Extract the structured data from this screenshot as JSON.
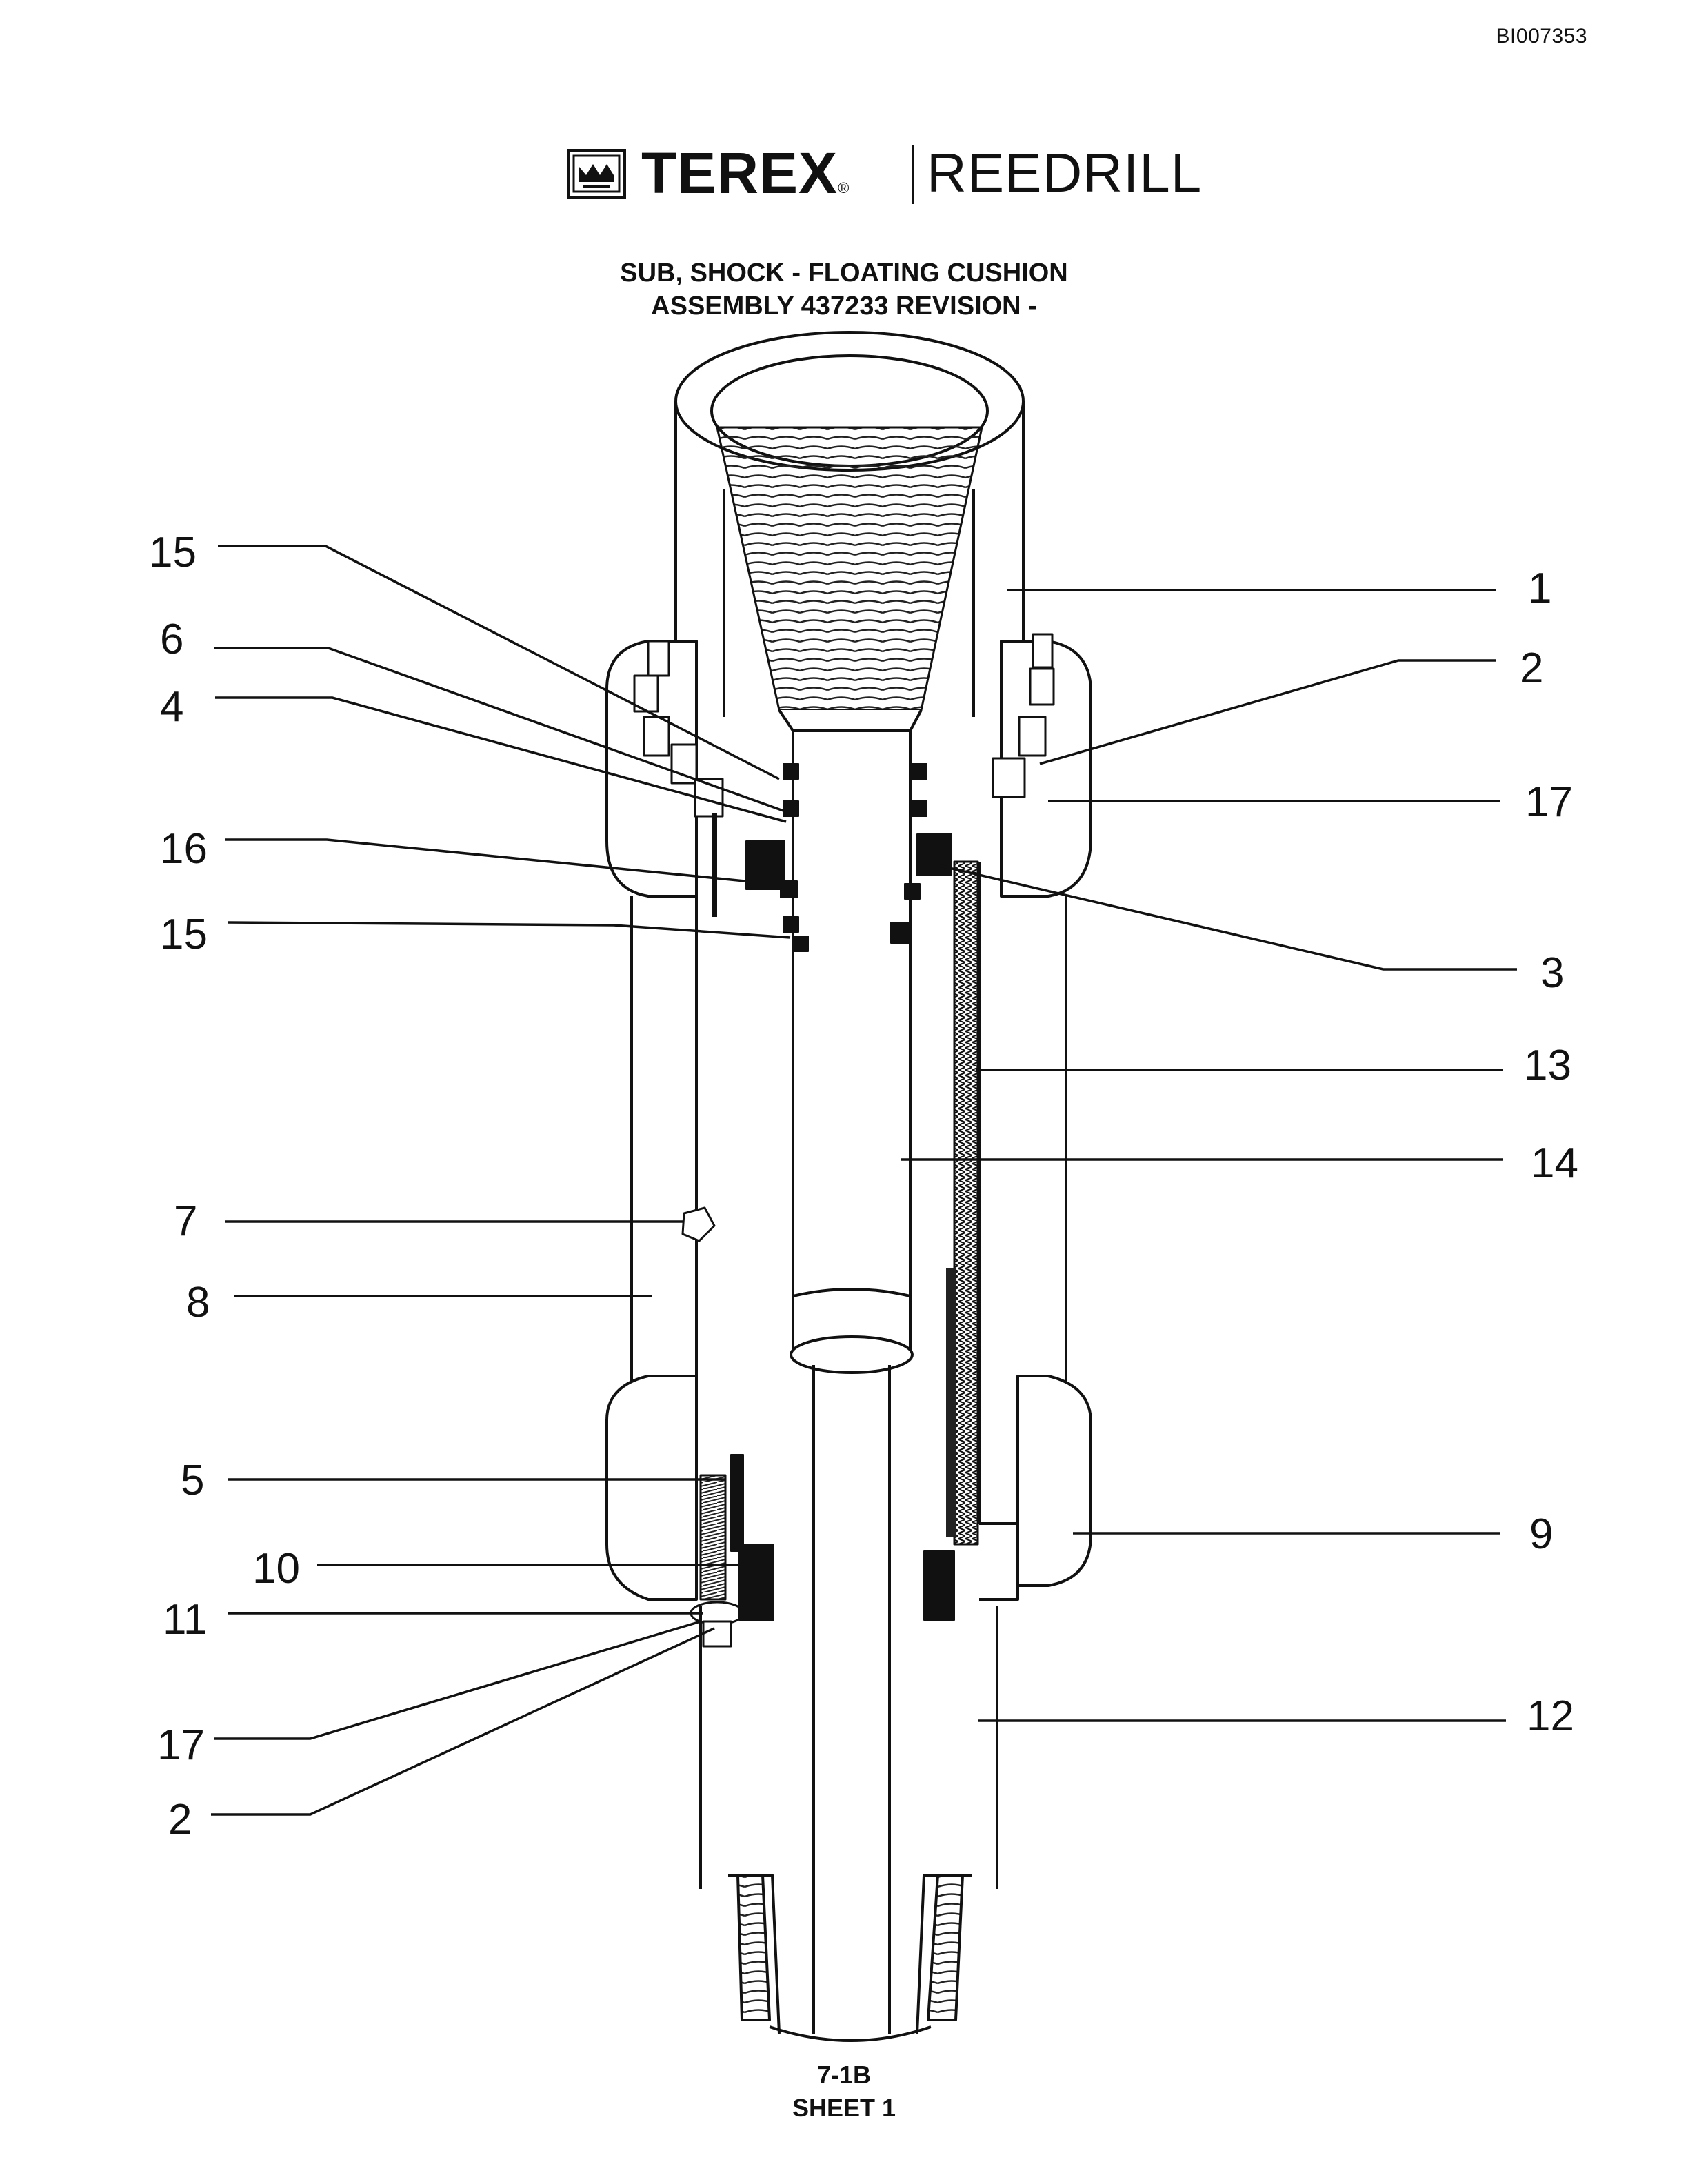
{
  "header": {
    "doc_id": "BI007353",
    "brand": "TEREX",
    "brand_reg": "®",
    "product": "REEDRILL"
  },
  "title": {
    "line1": "SUB, SHOCK - FLOATING CUSHION",
    "line2": "ASSEMBLY 437233 REVISION -"
  },
  "callouts": {
    "c15a": "15",
    "c6": "6",
    "c4": "4",
    "c16": "16",
    "c15b": "15",
    "c7": "7",
    "c8": "8",
    "c5": "5",
    "c10": "10",
    "c11": "11",
    "c17b": "17",
    "c2b": "2",
    "c1": "1",
    "c2a": "2",
    "c17a": "17",
    "c3": "3",
    "c13": "13",
    "c14": "14",
    "c9": "9",
    "c12": "12"
  },
  "footer": {
    "sheet_code": "7-1B",
    "sheet_label": "SHEET 1"
  }
}
